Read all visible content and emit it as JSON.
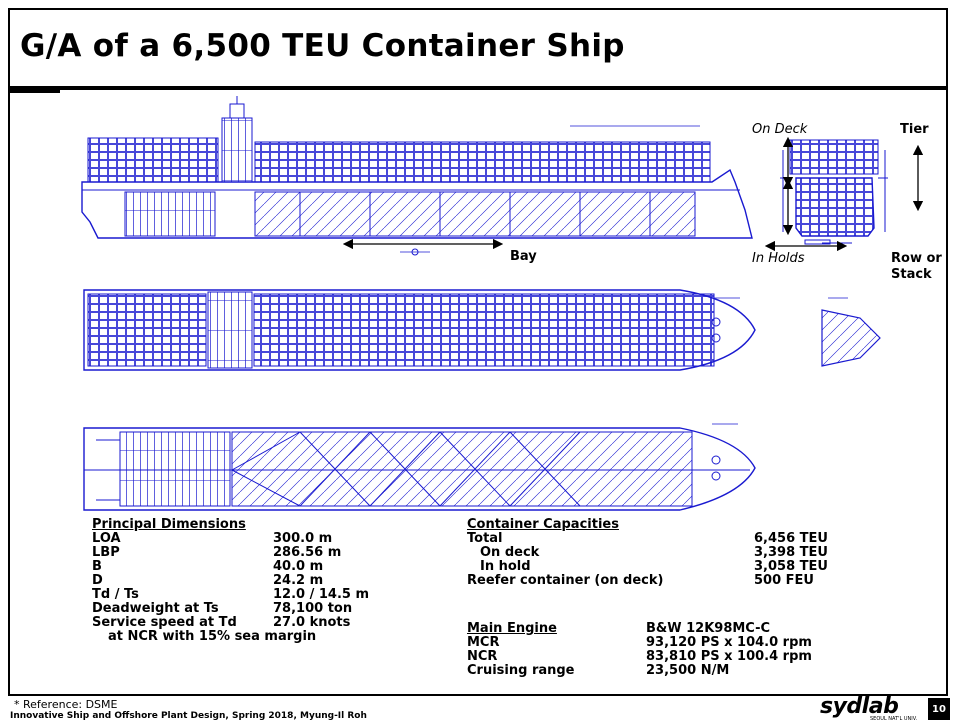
{
  "slide": {
    "title": "G/A of a 6,500 TEU Container Ship",
    "reference": "* Reference: DSME",
    "course": "Innovative Ship and Offshore Plant Design, Spring 2018, Myung-Il Roh",
    "logo": "sydlab",
    "logo_sub": "SEOUL NAT'L UNIV.",
    "page_number": "10"
  },
  "drawing_labels": {
    "on_deck": "On Deck",
    "tier": "Tier",
    "bay": "Bay",
    "in_holds": "In Holds",
    "row_or": "Row or",
    "stack": "Stack"
  },
  "principal_dimensions": {
    "heading": "Principal Dimensions",
    "rows": [
      {
        "label": "LOA",
        "value": "300.0 m"
      },
      {
        "label": "LBP",
        "value": "286.56 m"
      },
      {
        "label": "B",
        "value": "40.0 m"
      },
      {
        "label": "D",
        "value": "24.2 m"
      },
      {
        "label": "Td / Ts",
        "value": "12.0 / 14.5 m"
      },
      {
        "label": "Deadweight at Ts",
        "value": "78,100 ton"
      },
      {
        "label": "Service speed at Td",
        "value": "27.0 knots"
      },
      {
        "label": "at NCR with 15% sea margin",
        "value": ""
      }
    ]
  },
  "container_capacities": {
    "heading": "Container Capacities",
    "rows": [
      {
        "label": "Total",
        "value": "6,456 TEU"
      },
      {
        "label": "On deck",
        "value": "3,398 TEU"
      },
      {
        "label": "In hold",
        "value": "3,058 TEU"
      },
      {
        "label": "Reefer container (on deck)",
        "value": "500 FEU"
      }
    ]
  },
  "main_engine": {
    "heading": "Main Engine",
    "model": "B&W 12K98MC-C",
    "rows": [
      {
        "label": "MCR",
        "value": "93,120 PS x 104.0 rpm"
      },
      {
        "label": "NCR",
        "value": "83,810 PS x 100.4 rpm"
      },
      {
        "label": "Cruising range",
        "value": "23,500 N/M"
      }
    ]
  },
  "colors": {
    "drawing_blue": "#1a1ad0",
    "text": "#000000"
  }
}
